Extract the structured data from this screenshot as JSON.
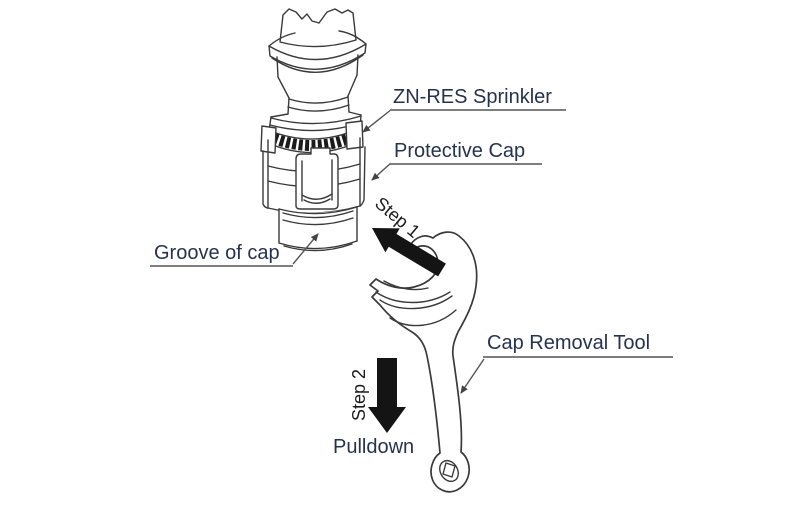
{
  "diagram": {
    "labels": {
      "sprinkler": "ZN-RES Sprinkler",
      "protective_cap": "Protective Cap",
      "groove_of_cap": "Groove of cap",
      "cap_removal_tool": "Cap Removal Tool",
      "step1": "Step 1",
      "step2": "Step 2",
      "pulldown": "Pulldown"
    },
    "colors": {
      "label_text": "#26334f",
      "step_text": "#1c1c1c",
      "line_art": "#3a3a3a",
      "arrow_fill": "#141414",
      "underline": "#7e7e7e",
      "background": "#ffffff"
    }
  }
}
